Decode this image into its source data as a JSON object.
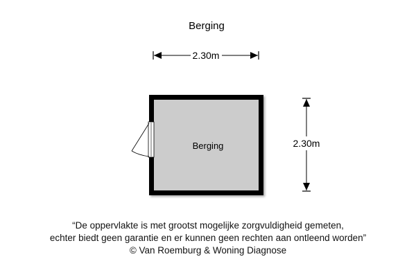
{
  "title": "Berging",
  "room": {
    "label": "Berging"
  },
  "dimensions": {
    "width": "2.30m",
    "height": "2.30m"
  },
  "footer": {
    "line1": "“De oppervlakte is met grootst mogelijke zorgvuldigheid gemeten,",
    "line2": "echter biedt geen garantie en er kunnen geen rechten aan ontleend worden”",
    "line3": "© Van Roemburg & Woning Diagnose"
  }
}
